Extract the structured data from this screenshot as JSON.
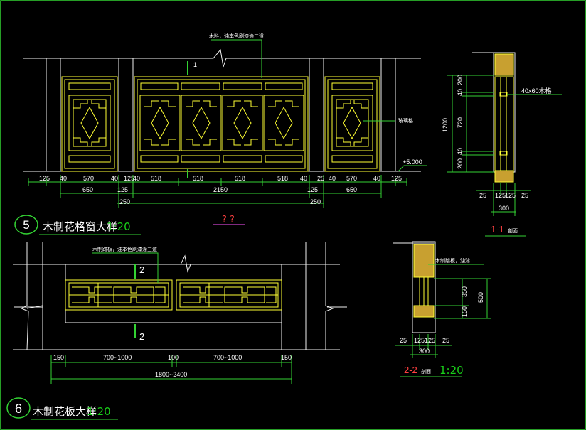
{
  "drawing5": {
    "note_top": "木料，油本色刷漆涂三道",
    "note_glass": "玻璃格",
    "section_mark": "1",
    "elevation": "+5.000",
    "dims_row1": [
      "125",
      "40",
      "570",
      "40",
      "125",
      "40",
      "518",
      "518",
      "518",
      "518",
      "40",
      "25",
      "40",
      "570",
      "40",
      "125"
    ],
    "dims_row2": [
      "650",
      "125",
      "2150",
      "125",
      "650"
    ],
    "dims_row3": [
      "250",
      "250"
    ],
    "number": "5",
    "title": "木制花格窗大样",
    "scale": "1:20",
    "extra": "? ?"
  },
  "section1": {
    "dims_vert": [
      "1200",
      "40",
      "200",
      "720",
      "40",
      "200"
    ],
    "note": "40x60木格",
    "dims_bottom": [
      "25",
      "125",
      "125",
      "25"
    ],
    "total": "300",
    "label": "1-1",
    "label_suffix": "剖面"
  },
  "drawing6": {
    "note_top": "木制踏板，油本色刷漆涂三道",
    "section_mark": "2",
    "dims_row1": [
      "150",
      "700~1000",
      "100",
      "700~1000",
      "150"
    ],
    "dims_total": "1800~2400",
    "number": "6",
    "title": "木制花板大样",
    "scale": "1:20"
  },
  "section2": {
    "note": "木制踏板，油漆",
    "dims_vert": [
      "350",
      "150",
      "500"
    ],
    "dims_bottom": [
      "25",
      "125",
      "125",
      "25"
    ],
    "total": "300",
    "label": "2-2",
    "label_suffix": "剖面",
    "scale": "1:20"
  }
}
